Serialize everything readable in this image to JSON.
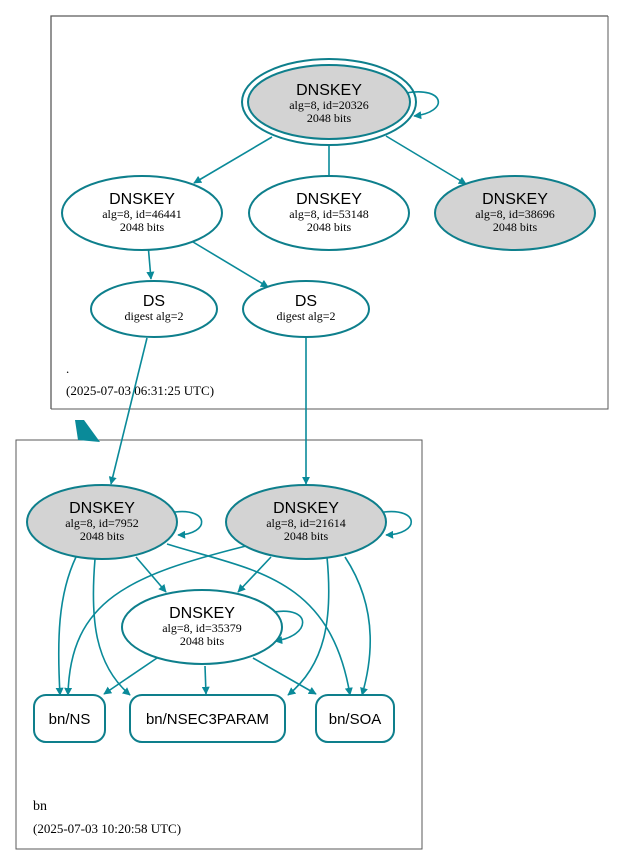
{
  "colors": {
    "edge": "#0a8a99",
    "node_stroke": "#0e7f8c",
    "filled_node": "#d3d3d3",
    "cluster_border": "#5a5a5a",
    "text": "#000000"
  },
  "clusters": [
    {
      "id": "root",
      "label": ".",
      "timestamp": "(2025-07-03 06:31:25 UTC)"
    },
    {
      "id": "bn",
      "label": "bn",
      "timestamp": "(2025-07-03 10:20:58 UTC)"
    }
  ],
  "nodes": {
    "root_ksk": {
      "title": "DNSKEY",
      "line1": "alg=8, id=20326",
      "line2": "2048 bits"
    },
    "root_zsk1": {
      "title": "DNSKEY",
      "line1": "alg=8, id=46441",
      "line2": "2048 bits"
    },
    "root_zsk2": {
      "title": "DNSKEY",
      "line1": "alg=8, id=53148",
      "line2": "2048 bits"
    },
    "root_ksk2": {
      "title": "DNSKEY",
      "line1": "alg=8, id=38696",
      "line2": "2048 bits"
    },
    "ds1": {
      "title": "DS",
      "line1": "digest alg=2"
    },
    "ds2": {
      "title": "DS",
      "line1": "digest alg=2"
    },
    "bn_ksk1": {
      "title": "DNSKEY",
      "line1": "alg=8, id=7952",
      "line2": "2048 bits"
    },
    "bn_ksk2": {
      "title": "DNSKEY",
      "line1": "alg=8, id=21614",
      "line2": "2048 bits"
    },
    "bn_zsk": {
      "title": "DNSKEY",
      "line1": "alg=8, id=35379",
      "line2": "2048 bits"
    },
    "rr_ns": {
      "title": "bn/NS"
    },
    "rr_nsec3param": {
      "title": "bn/NSEC3PARAM"
    },
    "rr_soa": {
      "title": "bn/SOA"
    }
  },
  "edges": [
    [
      "root_ksk",
      "root_ksk"
    ],
    [
      "root_ksk",
      "root_zsk1"
    ],
    [
      "root_ksk",
      "root_zsk2"
    ],
    [
      "root_ksk",
      "root_ksk2"
    ],
    [
      "root_zsk1",
      "ds1"
    ],
    [
      "root_zsk1",
      "ds2"
    ],
    [
      "ds1",
      "bn_ksk1"
    ],
    [
      "ds2",
      "bn_ksk2"
    ],
    [
      "root",
      "bn"
    ],
    [
      "bn_ksk1",
      "bn_ksk1"
    ],
    [
      "bn_ksk2",
      "bn_ksk2"
    ],
    [
      "bn_zsk",
      "bn_zsk"
    ],
    [
      "bn_ksk1",
      "bn_zsk"
    ],
    [
      "bn_ksk2",
      "bn_zsk"
    ],
    [
      "bn_ksk1",
      "rr_ns"
    ],
    [
      "bn_ksk1",
      "rr_nsec3param"
    ],
    [
      "bn_ksk1",
      "rr_soa"
    ],
    [
      "bn_ksk2",
      "rr_ns"
    ],
    [
      "bn_ksk2",
      "rr_nsec3param"
    ],
    [
      "bn_ksk2",
      "rr_soa"
    ],
    [
      "bn_zsk",
      "rr_ns"
    ],
    [
      "bn_zsk",
      "rr_nsec3param"
    ],
    [
      "bn_zsk",
      "rr_soa"
    ]
  ]
}
